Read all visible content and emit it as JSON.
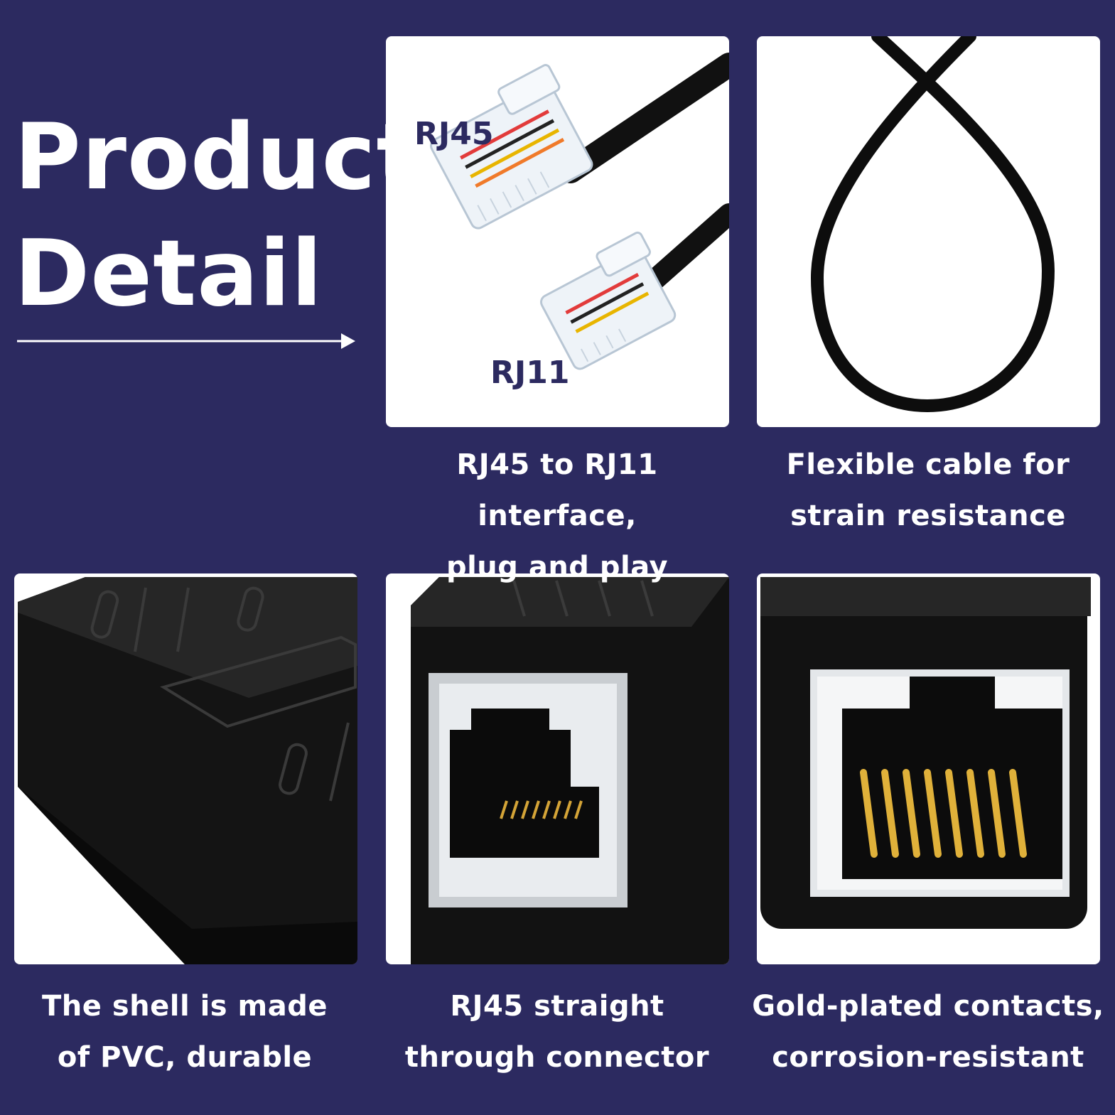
{
  "heading": {
    "line1": "Product",
    "line2": "Detail"
  },
  "accent_color": "#2c2a60",
  "plug_labels": {
    "rj45": "RJ45",
    "rj11": "RJ11"
  },
  "features": [
    {
      "line1": "RJ45 to RJ11 interface,",
      "line2": "plug and play"
    },
    {
      "line1": "Flexible cable for",
      "line2": "strain resistance"
    },
    {
      "line1": "The shell is made",
      "line2": "of PVC, durable"
    },
    {
      "line1": "RJ45 straight",
      "line2": "through connector"
    },
    {
      "line1": "Gold-plated contacts,",
      "line2": "corrosion-resistant"
    }
  ]
}
